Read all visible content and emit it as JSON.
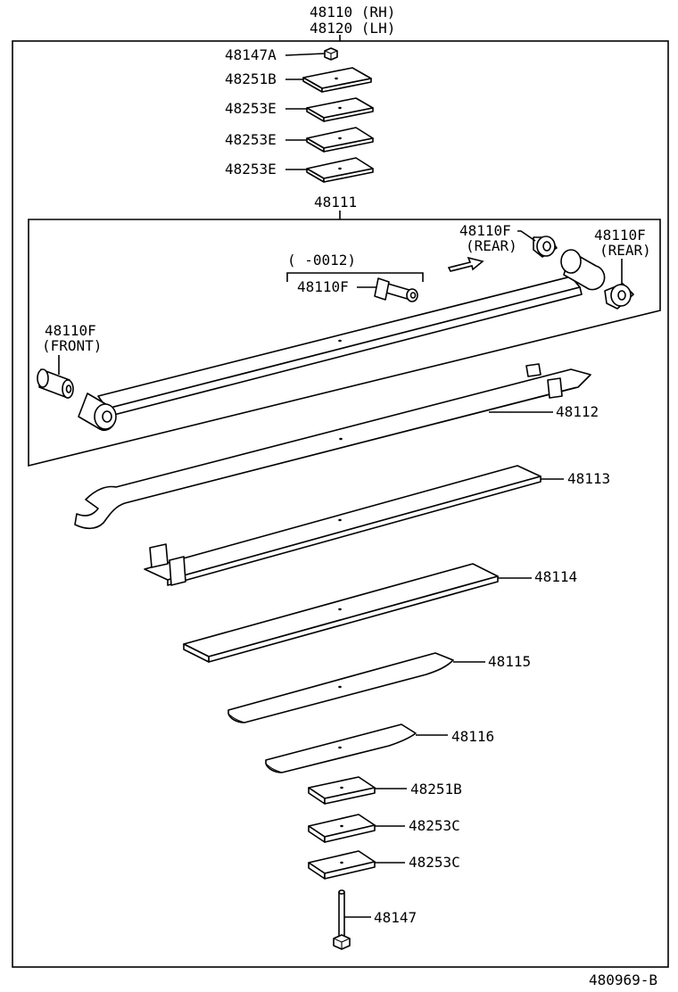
{
  "assembly": {
    "rh_label": "48110 (RH)",
    "lh_label": "48120 (LH)"
  },
  "parts": {
    "nut": "48147A",
    "top_pad": "48251B",
    "top_plate_1": "48253E",
    "top_plate_2": "48253E",
    "top_plate_3": "48253E",
    "main_leaf": "48111",
    "bushing_rear_upper": "48110F",
    "bushing_rear_upper_note": "(REAR)",
    "bushing_rear_lower": "48110F",
    "bushing_rear_lower_note": "(REAR)",
    "bushing_center": "48110F",
    "bushing_center_note": "(      -0012)",
    "bushing_front": "48110F",
    "bushing_front_note": "(FRONT)",
    "leaf_2": "48112",
    "leaf_3": "48113",
    "leaf_4": "48114",
    "leaf_5": "48115",
    "leaf_6": "48116",
    "bottom_pad": "48251B",
    "bottom_plate_1": "48253C",
    "bottom_plate_2": "48253C",
    "center_bolt": "48147"
  },
  "figure_code": "480969-B"
}
